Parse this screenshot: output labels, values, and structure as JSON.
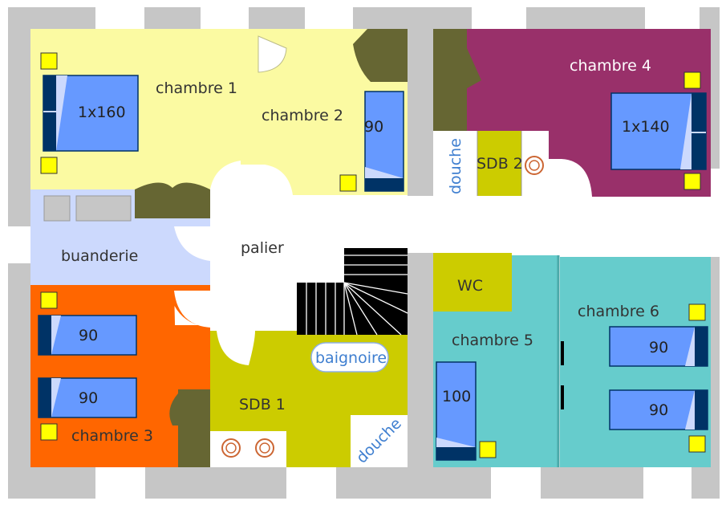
{
  "colors": {
    "wall": "#c6c6c6",
    "yellow": "#fbfaa2",
    "purple": "#99306a",
    "orange": "#ff6600",
    "teal": "#66cccc",
    "olive": "#cccc00",
    "lightblue": "#ccd9fd",
    "bed": "#6699ff",
    "navy": "#003366",
    "lamp": "#ffff00",
    "wardrobe": "#666633"
  },
  "rooms": {
    "chambre1": "chambre 1",
    "chambre2": "chambre 2",
    "chambre3": "chambre 3",
    "chambre4": "chambre 4",
    "chambre5": "chambre 5",
    "chambre6": "chambre 6",
    "buanderie": "buanderie",
    "palier": "palier",
    "wc": "WC",
    "sdb1": "SDB 1",
    "sdb2": "SDB 2",
    "baignoire": "baignoire",
    "douche1": "douche",
    "douche2": "douche"
  },
  "beds": {
    "c1": "1x160",
    "c2": "90",
    "c4": "1x140",
    "c3a": "90",
    "c3b": "90",
    "c5": "100",
    "c6a": "90",
    "c6b": "90"
  }
}
